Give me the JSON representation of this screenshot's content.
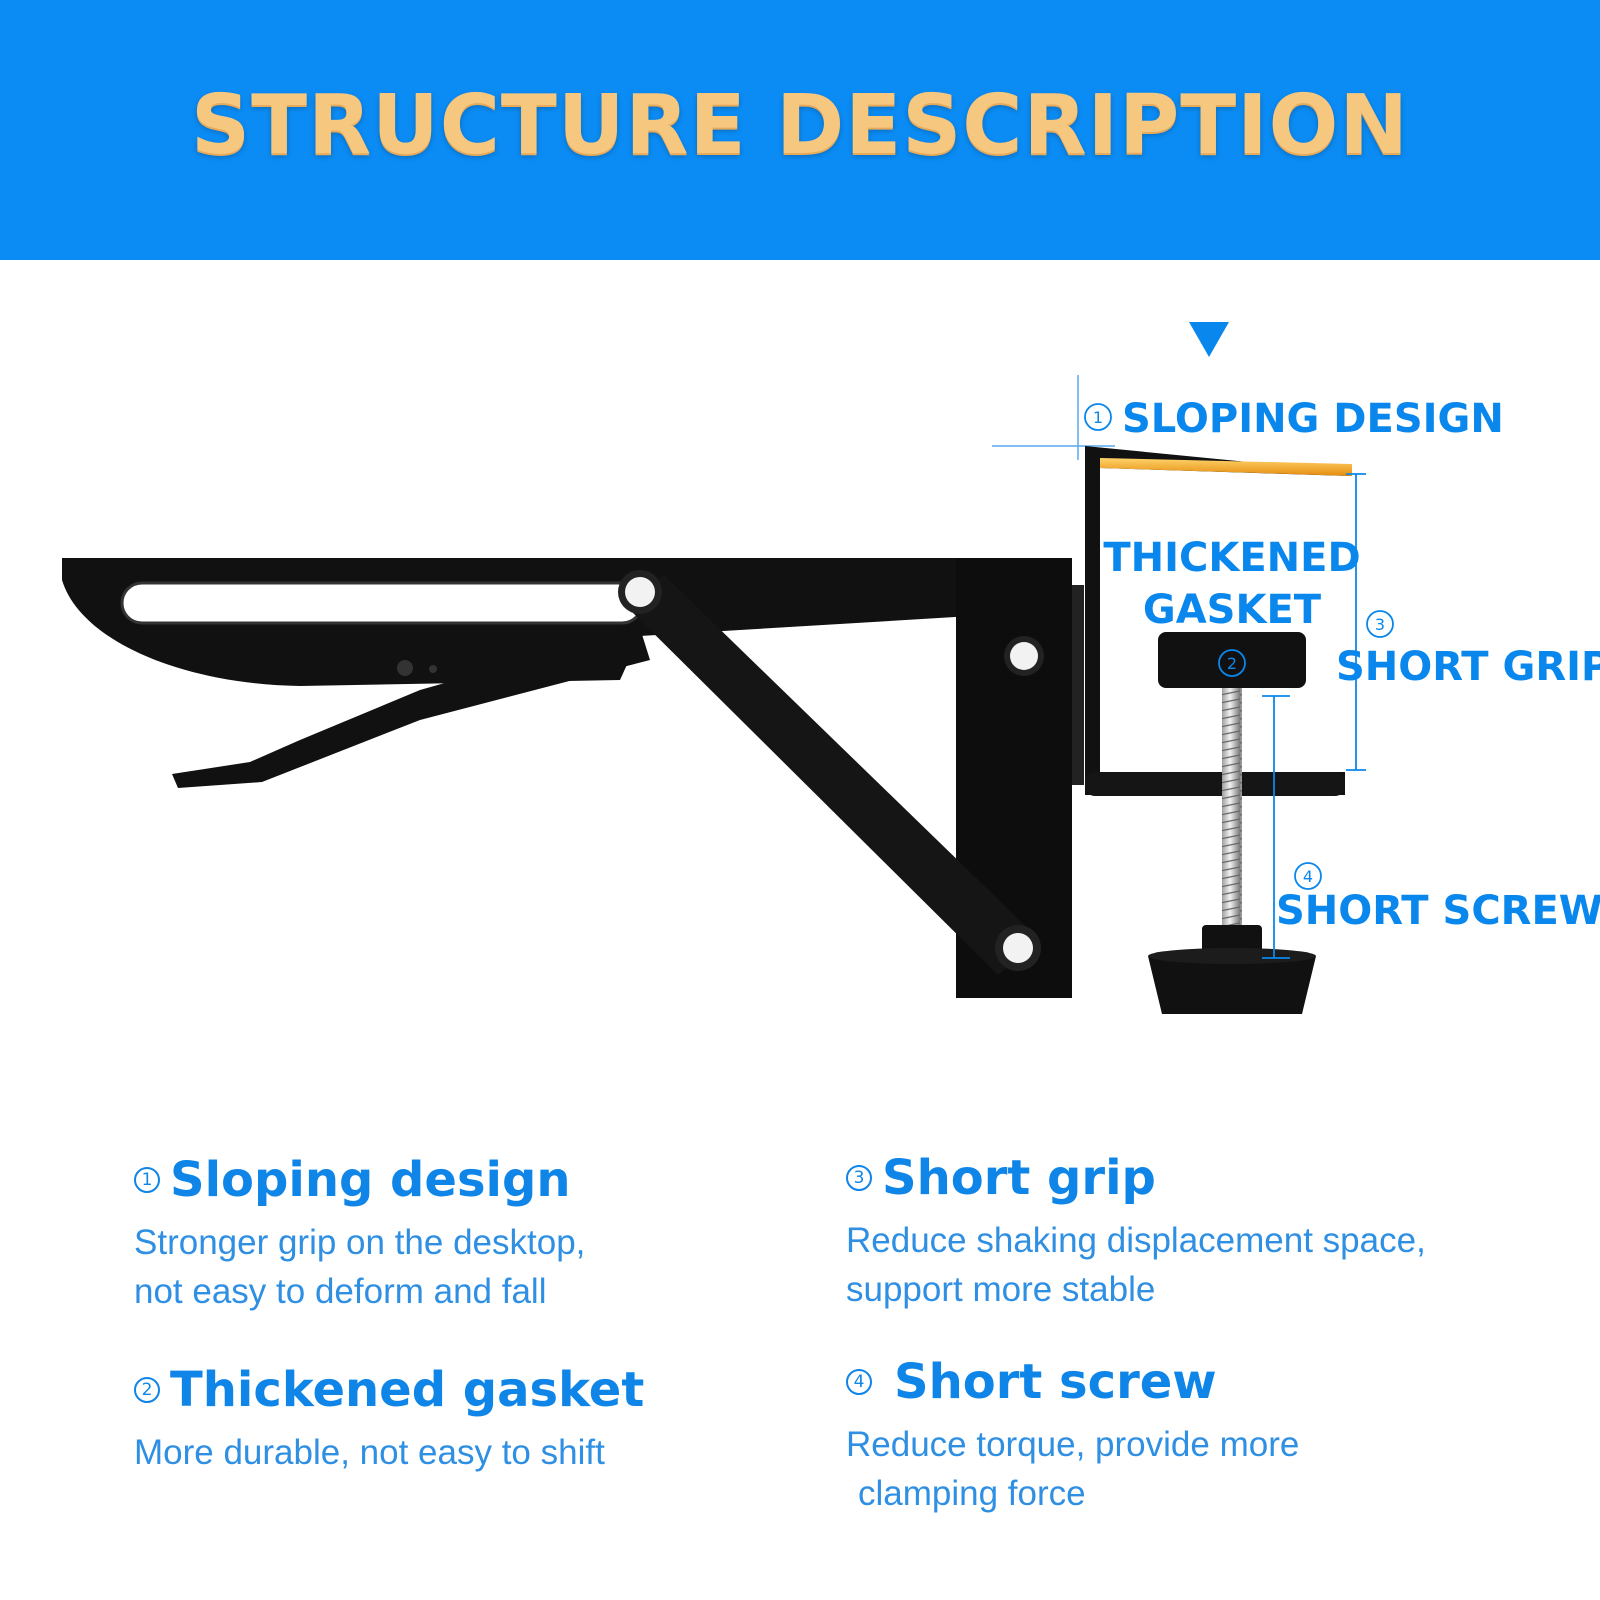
{
  "banner": {
    "title": "STRUCTURE DESCRIPTION"
  },
  "diagram": {
    "labels": {
      "sloping": {
        "num": "①",
        "text": "SLOPING DESIGN"
      },
      "gasket": {
        "num": "②",
        "line1": "THICKENED",
        "line2": "GASKET"
      },
      "grip": {
        "num": "③",
        "text": "SHORT GRIP"
      },
      "screw": {
        "num": "④",
        "text": "SHORT SCREW"
      }
    }
  },
  "features": [
    {
      "num": "①",
      "title": "Sloping design",
      "desc1": "Stronger grip on the desktop,",
      "desc2": "not easy to deform and fall"
    },
    {
      "num": "②",
      "title": "Thickened gasket",
      "desc1": "More durable, not easy to shift",
      "desc2": ""
    },
    {
      "num": "③",
      "title": "Short grip",
      "desc1": "Reduce shaking displacement space,",
      "desc2": "support more stable"
    },
    {
      "num": "④",
      "title": "Short screw",
      "desc1": "Reduce torque, provide more",
      "desc2": "clamping force"
    }
  ],
  "colors": {
    "banner": "#0b8cf5",
    "title_gold": "#f6c77f",
    "accent_blue": "#0a87ec",
    "metal": "#111111",
    "pad": "#f5a623"
  }
}
